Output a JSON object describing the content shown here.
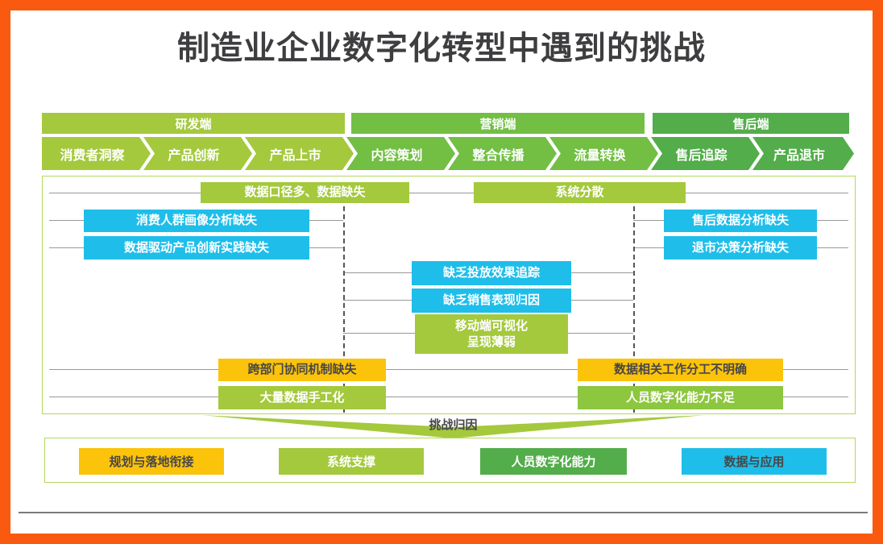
{
  "title": "制造业企业数字化转型中遇到的挑战",
  "stages": [
    {
      "label": "研发端"
    },
    {
      "label": "营销端"
    },
    {
      "label": "售后端"
    }
  ],
  "chevrons": [
    {
      "label": "消费者洞察"
    },
    {
      "label": "产品创新"
    },
    {
      "label": "产品上市"
    },
    {
      "label": "内容策划"
    },
    {
      "label": "整合传播"
    },
    {
      "label": "流量转换"
    },
    {
      "label": "售后追踪"
    },
    {
      "label": "产品退市"
    }
  ],
  "challenges": {
    "data_caliber": "数据口径多、数据缺失",
    "system_scattered": "系统分散",
    "consumer_profile": "消费人群画像分析缺失",
    "data_driven_innovation": "数据驱动产品创新实践缺失",
    "aftersales_analysis": "售后数据分析缺失",
    "delist_analysis": "退市决策分析缺失",
    "ad_effect_tracking": "缺乏投放效果追踪",
    "sales_attribution": "缺乏销售表现归因",
    "mobile_visualization": "移动端可视化\n呈现薄弱",
    "cross_dept_mechanism": "跨部门协同机制缺失",
    "work_division_unclear": "数据相关工作分工不明确",
    "manual_data": "大量数据手工化",
    "staff_capability": "人员数字化能力不足"
  },
  "funnel": {
    "label": "挑战归因"
  },
  "categories": [
    {
      "label": "规划与落地衔接"
    },
    {
      "label": "系统支撑"
    },
    {
      "label": "人员数字化能力"
    },
    {
      "label": "数据与应用"
    }
  ],
  "colors": {
    "frame_orange": "#fa5a0f",
    "lime_green": "#a4c93d",
    "mid_green": "#72bf44",
    "dark_green": "#53ad4a",
    "cyan_blue": "#1fbeea",
    "golden_yellow": "#fcc30b",
    "staff_green": "#8dc63f",
    "panel_border_green": "#b3d85c",
    "title_gray": "#3e3e40",
    "dark_text": "#474747",
    "line_gray": "#999999"
  }
}
